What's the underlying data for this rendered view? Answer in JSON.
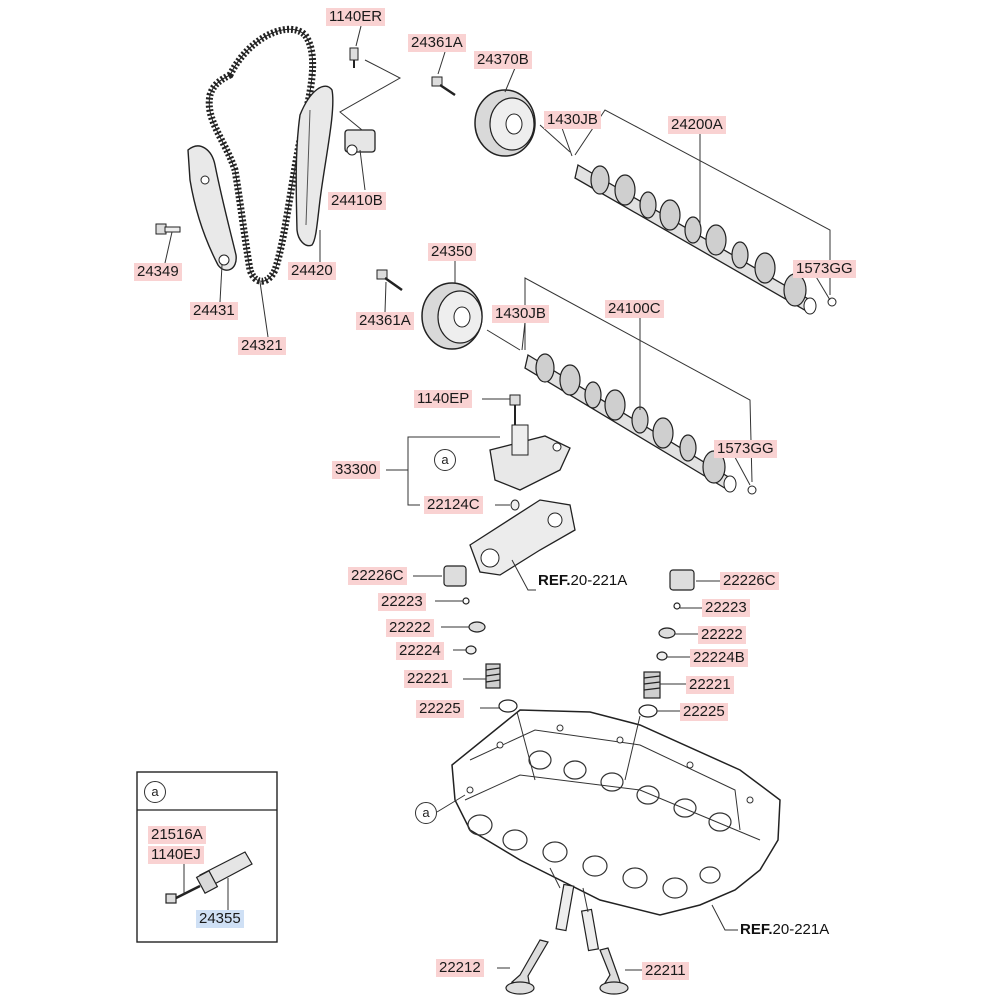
{
  "labels": {
    "p1140ER": "1140ER",
    "p24361A_top": "24361A",
    "p24370B": "24370B",
    "p1430JB_top": "1430JB",
    "p24200A": "24200A",
    "p24410B": "24410B",
    "p24349": "24349",
    "p24420": "24420",
    "p24431": "24431",
    "p24321": "24321",
    "p1573GG_top": "1573GG",
    "p24350": "24350",
    "p1430JB_mid": "1430JB",
    "p24100C": "24100C",
    "p24361A_mid": "24361A",
    "p1140EP": "1140EP",
    "p1573GG_mid": "1573GG",
    "p33300": "33300",
    "p22124C": "22124C",
    "p22226C_left": "22226C",
    "p22226C_right": "22226C",
    "p22223_left": "22223",
    "p22223_right": "22223",
    "p22222_left": "22222",
    "p22222_right": "22222",
    "p22224": "22224",
    "p22224B": "22224B",
    "p22221_left": "22221",
    "p22221_right": "22221",
    "p22225_left": "22225",
    "p22225_right": "22225",
    "p22212": "22212",
    "p22211": "22211",
    "p21516A": "21516A",
    "p1140EJ": "1140EJ",
    "p24355": "24355"
  },
  "refs": {
    "ref_mid_bold": "REF.",
    "ref_mid_num": "20-221A",
    "ref_bot_bold": "REF.",
    "ref_bot_num": "20-221A"
  },
  "callouts": {
    "a_circle": "a",
    "a_box": "a",
    "a_head": "a"
  },
  "colors": {
    "label_bg": "#f9d2d2",
    "label_highlight_bg": "#cfe0f5",
    "line": "#222222"
  }
}
